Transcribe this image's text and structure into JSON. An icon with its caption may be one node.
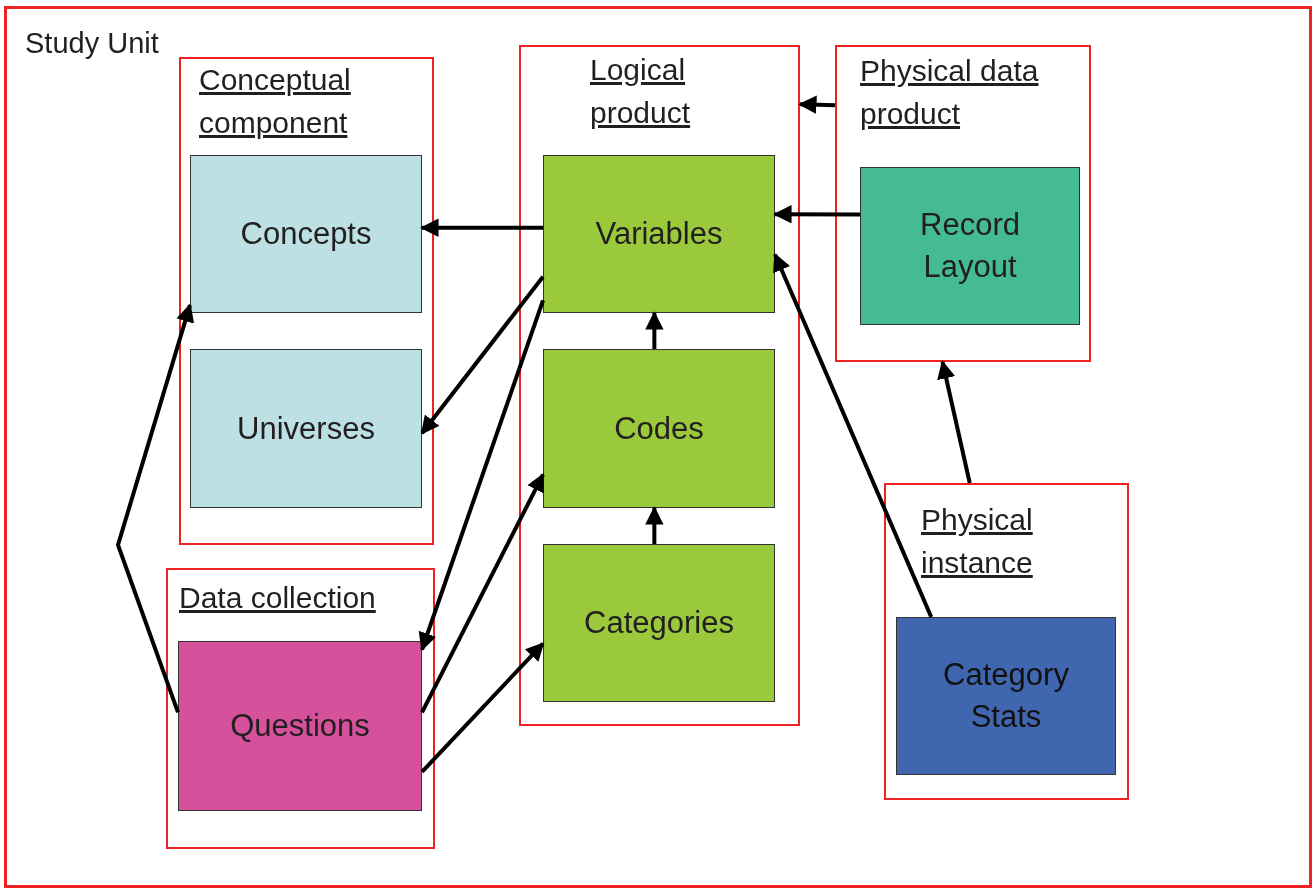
{
  "diagram": {
    "nodes": [
      {
        "text": [
          "Study Unit"
        ]
      },
      {
        "text": [
          "Conceptual component"
        ],
        "in": 0
      },
      {
        "text": [
          "Concepts"
        ],
        "in": 1
      },
      {
        "text": [
          "Universes"
        ],
        "in": 1
      },
      {
        "text": [
          "Data collection"
        ],
        "in": 0
      },
      {
        "text": [
          "Questions"
        ],
        "in": 4
      },
      {
        "text": [
          "Logical product"
        ],
        "in": 0
      },
      {
        "text": [
          "Variables"
        ],
        "in": 6
      },
      {
        "text": [
          "Codes"
        ],
        "in": 6
      },
      {
        "text": [
          "Categories"
        ],
        "in": 6
      },
      {
        "text": [
          "Physical data product"
        ],
        "in": 0
      },
      {
        "text": [
          "Record Layout"
        ],
        "in": 10
      },
      {
        "text": [
          "Physical instance"
        ],
        "in": 0
      },
      {
        "text": [
          "Category Stats"
        ],
        "in": 12
      }
    ],
    "edges": [
      {
        "from": 7,
        "to": 2,
        "arrow": "to"
      },
      {
        "from": 7,
        "to": 3,
        "arrow": "to"
      },
      {
        "from": 7,
        "to": 5,
        "arrow": "to"
      },
      {
        "from": 5,
        "to": 8,
        "arrow": "to"
      },
      {
        "from": 5,
        "to": 9,
        "arrow": "to"
      },
      {
        "from": 5,
        "to": 2,
        "arrow": "to"
      },
      {
        "from": 8,
        "to": 7,
        "arrow": "to"
      },
      {
        "from": 9,
        "to": 8,
        "arrow": "to"
      },
      {
        "from": 11,
        "to": 7,
        "arrow": "to"
      },
      {
        "from": 10,
        "to": 6,
        "arrow": "to"
      },
      {
        "from": 13,
        "to": 7,
        "arrow": "to"
      },
      {
        "from": 12,
        "to": 10,
        "arrow": "to"
      }
    ]
  }
}
